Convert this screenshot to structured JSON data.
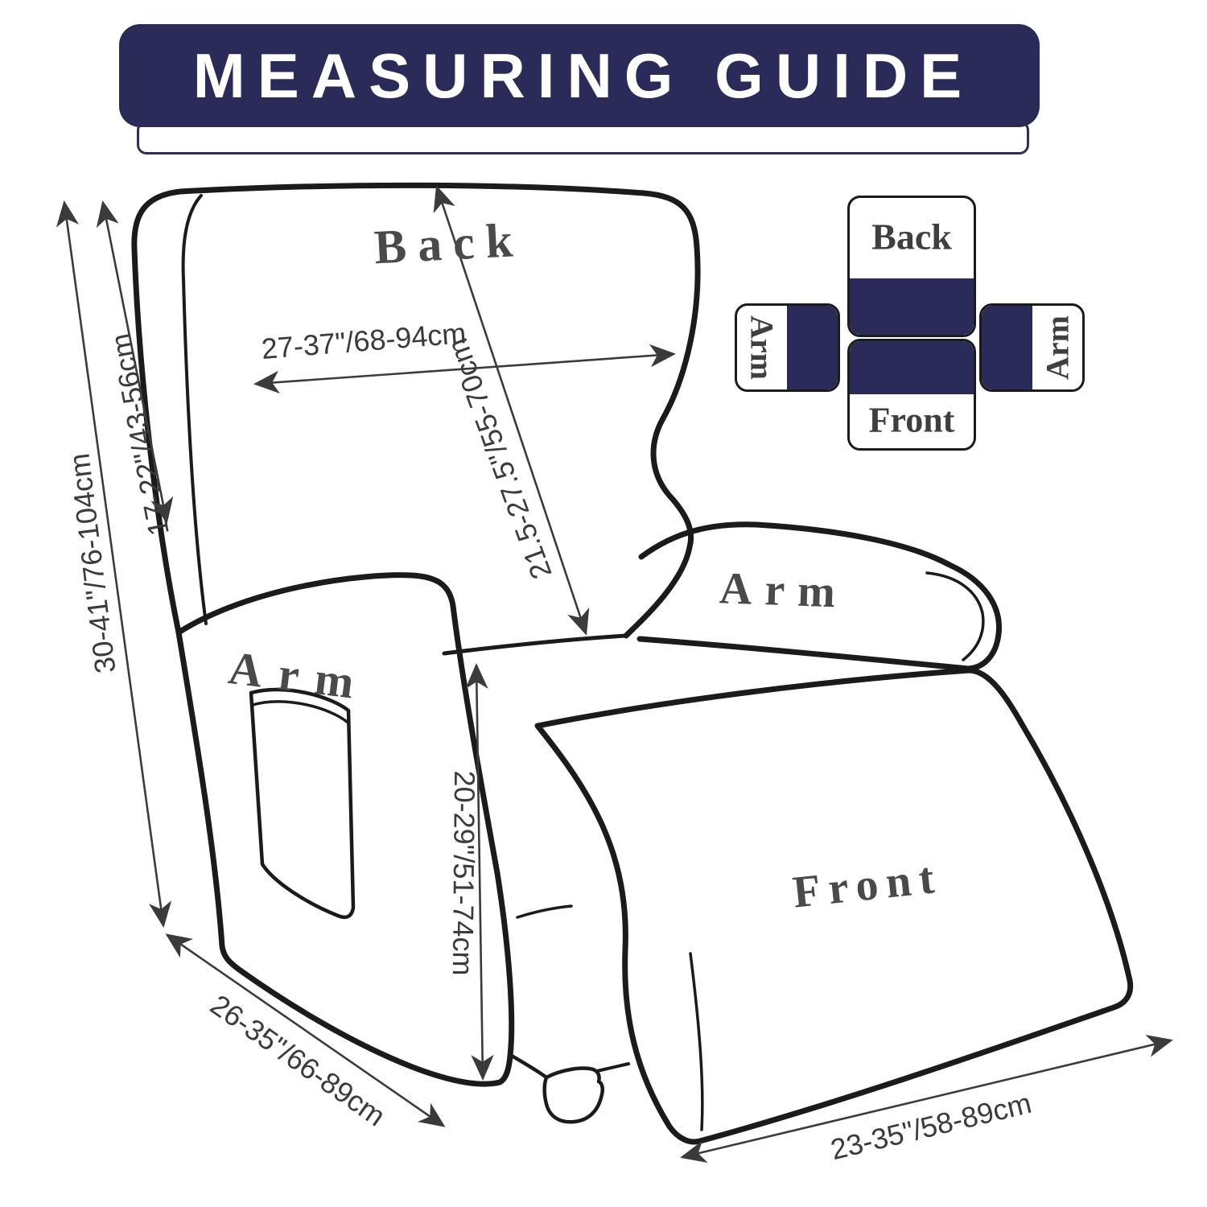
{
  "title": {
    "text": "MEASURING GUIDE"
  },
  "chair_labels": {
    "back": "Back",
    "arm_left": "Arm",
    "arm_right": "Arm",
    "front": "Front"
  },
  "measurements": {
    "back_width": "27-37\"/68-94cm",
    "back_diagonal": "21.5-27.5\"/55-70cm",
    "back_height": "17-22\"/43-56cm",
    "overall_height": "30-41\"/76-104cm",
    "arm_height": "20-29\"/51-74cm",
    "base_depth": "26-35\"/66-89cm",
    "footrest_width": "23-35\"/58-89cm"
  },
  "cover_diagram": {
    "back": "Back",
    "front": "Front",
    "arm_left": "Arm",
    "arm_right": "Arm"
  },
  "colors": {
    "navy": "#2a2b58",
    "line": "#1b1b1b",
    "label_gray": "#4a4a4a",
    "measure_gray": "#3b3b3b",
    "background": "#ffffff"
  }
}
